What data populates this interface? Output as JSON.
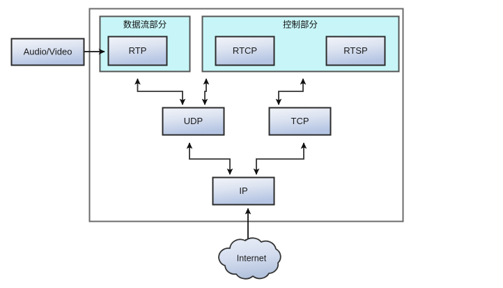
{
  "diagram": {
    "title": "RTP/RTCP/RTSP protocol stack over UDP/TCP/IP",
    "colors": {
      "panel_fill": "#c8f6f8",
      "panel_stroke": "#555555",
      "box_fill_top": "#eef1f7",
      "box_fill_bottom": "#b9c8e4",
      "box_stroke": "#2b2b2b",
      "outer_stroke": "#666666",
      "connector": "#1a1a1a",
      "cloud_fill_top": "#e6ecf6",
      "cloud_fill_bottom": "#b8c6df",
      "cloud_stroke": "#333333",
      "background": "#ffffff"
    },
    "outer_frame": {
      "name": "protocol-stack-frame"
    },
    "panels": [
      {
        "id": "data-stream",
        "label": "数据流部分"
      },
      {
        "id": "control",
        "label": "控制部分"
      }
    ],
    "nodes": [
      {
        "id": "audio-video",
        "label": "Audio/Video"
      },
      {
        "id": "rtp",
        "label": "RTP"
      },
      {
        "id": "rtcp",
        "label": "RTCP"
      },
      {
        "id": "rtsp",
        "label": "RTSP"
      },
      {
        "id": "udp",
        "label": "UDP"
      },
      {
        "id": "tcp",
        "label": "TCP"
      },
      {
        "id": "ip",
        "label": "IP"
      },
      {
        "id": "internet",
        "label": "Internet"
      }
    ],
    "connections": [
      {
        "from": "audio-video",
        "to": "rtp",
        "arrows": "single"
      },
      {
        "from": "rtp",
        "to": "udp",
        "arrows": "single"
      },
      {
        "from": "rtcp",
        "to": "udp",
        "arrows": "single"
      },
      {
        "from": "rtsp",
        "to": "tcp",
        "arrows": "single"
      },
      {
        "from": "udp",
        "to": "ip",
        "arrows": "single"
      },
      {
        "from": "tcp",
        "to": "ip",
        "arrows": "single"
      },
      {
        "from": "ip",
        "to": "internet",
        "arrows": "double"
      }
    ]
  }
}
